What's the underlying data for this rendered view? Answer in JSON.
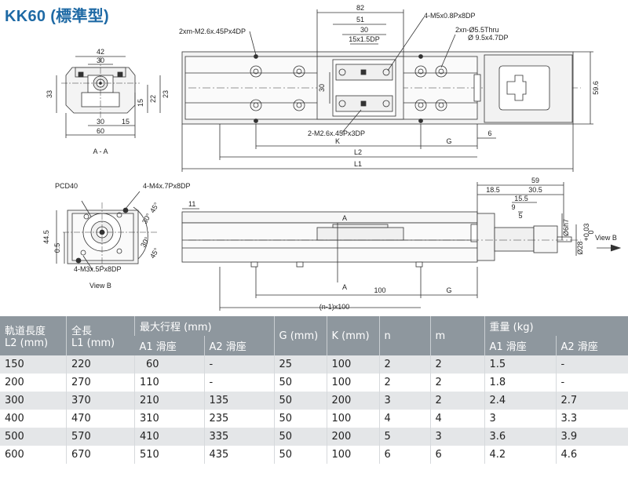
{
  "title": "KK60 (標準型)",
  "colors": {
    "title": "#1f6aa5",
    "table_header": "#8e979e",
    "row_shade": "#e4e6e8"
  },
  "top_view": {
    "dims": {
      "w82": "82",
      "w51": "51",
      "w30": "30",
      "w15": "15x1.5DP",
      "h30": "30",
      "h59": "59.6",
      "k": "K",
      "g": "G",
      "six": "6",
      "l2": "L2",
      "l1": "L1"
    },
    "notes": {
      "m2_top": "2xm-M2.6x.45Px4DP",
      "m4": "4-M5x0.8Px8DP",
      "thru1": "2xn-Ø5.5Thru",
      "thru2": "Ø 9.5x4.7DP",
      "m2_bottom": "2-M2.6x.45Px3DP"
    }
  },
  "section_aa": {
    "caption": "A - A",
    "dims": {
      "w42": "42",
      "w30": "30",
      "h33": "33",
      "h15": "15",
      "h22": "22",
      "h23": "23",
      "b30": "30",
      "b15": "15",
      "b60": "60"
    }
  },
  "view_b": {
    "caption": "View B",
    "dims": {
      "pcd": "PCD40",
      "m4": "4-M4x.7Px8DP",
      "a45": "45°",
      "a30": "30°",
      "h445": "44.5",
      "h05": "0.5",
      "m3": "4-M3x.5Px8DP",
      "a30b": "30°",
      "a45b": "45°"
    }
  },
  "side_view": {
    "dims": {
      "d11": "11",
      "a_top": "A",
      "a_bottom": "A",
      "d100": "100",
      "g": "G",
      "pitch": "(n-1)x100",
      "d59": "59",
      "d185": "18.5",
      "d305": "30.5",
      "d155": "15.5",
      "d9": "9",
      "d5": "5",
      "dia6": "Ø6h7",
      "dia28": "Ø28",
      "tol": "+0.03",
      "tol2": "0",
      "view_b": "View B"
    }
  },
  "table": {
    "headers": {
      "rail_length": "軌道長度",
      "rail_length_unit": "L2 (mm)",
      "total_length": "全長",
      "total_length_unit": "L1 (mm)",
      "max_stroke": "最大行程 (mm)",
      "a1_slide": "A1 滑座",
      "a2_slide": "A2 滑座",
      "g": "G (mm)",
      "k": "K (mm)",
      "n": "n",
      "m": "m",
      "weight": "重量 (kg)",
      "w_a1": "A1 滑座",
      "w_a2": "A2 滑座"
    },
    "rows": [
      [
        "150",
        "220",
        "60",
        "-",
        "25",
        "100",
        "2",
        "2",
        "1.5",
        "-"
      ],
      [
        "200",
        "270",
        "110",
        "-",
        "50",
        "100",
        "2",
        "2",
        "1.8",
        "-"
      ],
      [
        "300",
        "370",
        "210",
        "135",
        "50",
        "200",
        "3",
        "2",
        "2.4",
        "2.7"
      ],
      [
        "400",
        "470",
        "310",
        "235",
        "50",
        "100",
        "4",
        "4",
        "3",
        "3.3"
      ],
      [
        "500",
        "570",
        "410",
        "335",
        "50",
        "200",
        "5",
        "3",
        "3.6",
        "3.9"
      ],
      [
        "600",
        "670",
        "510",
        "435",
        "50",
        "100",
        "6",
        "6",
        "4.2",
        "4.6"
      ]
    ]
  }
}
